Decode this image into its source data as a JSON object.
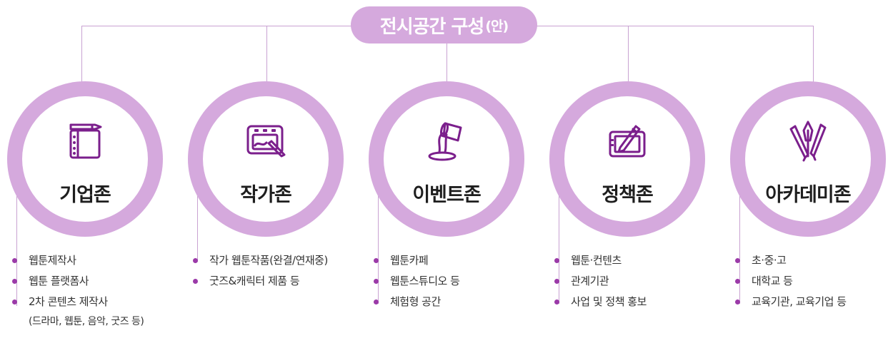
{
  "title": {
    "main": "전시공간 구성",
    "suffix": "(안)"
  },
  "colors": {
    "circle": "#d5a9dd",
    "accent": "#7b1f8c",
    "bullet": "#9b3aa8",
    "line": "#c9a2d2"
  },
  "zones": [
    {
      "name": "기업존",
      "icon": "tablet-pen-icon",
      "items": [
        "웹툰제작사",
        "웹툰 플랫폼사",
        "2차 콘텐츠 제작사"
      ],
      "note": "(드라마, 웹툰, 음악, 굿즈 등)"
    },
    {
      "name": "작가존",
      "icon": "drawing-tablet-icon",
      "items": [
        "작가 웹툰작품(완결/연재중)",
        "굿즈&캐릭터 제품 등"
      ]
    },
    {
      "name": "이벤트존",
      "icon": "paint-bucket-icon",
      "items": [
        "웹툰카페",
        "웹툰스튜디오 등",
        "체험형 공간"
      ]
    },
    {
      "name": "정책존",
      "icon": "pen-tablet-icon",
      "items": [
        "웹툰·컨텐츠",
        "관계기관",
        "사업 및 정책 홍보"
      ]
    },
    {
      "name": "아카데미존",
      "icon": "art-tools-icon",
      "items": [
        "초·중·고",
        "대학교 등",
        "교육기관, 교육기업 등"
      ]
    }
  ]
}
